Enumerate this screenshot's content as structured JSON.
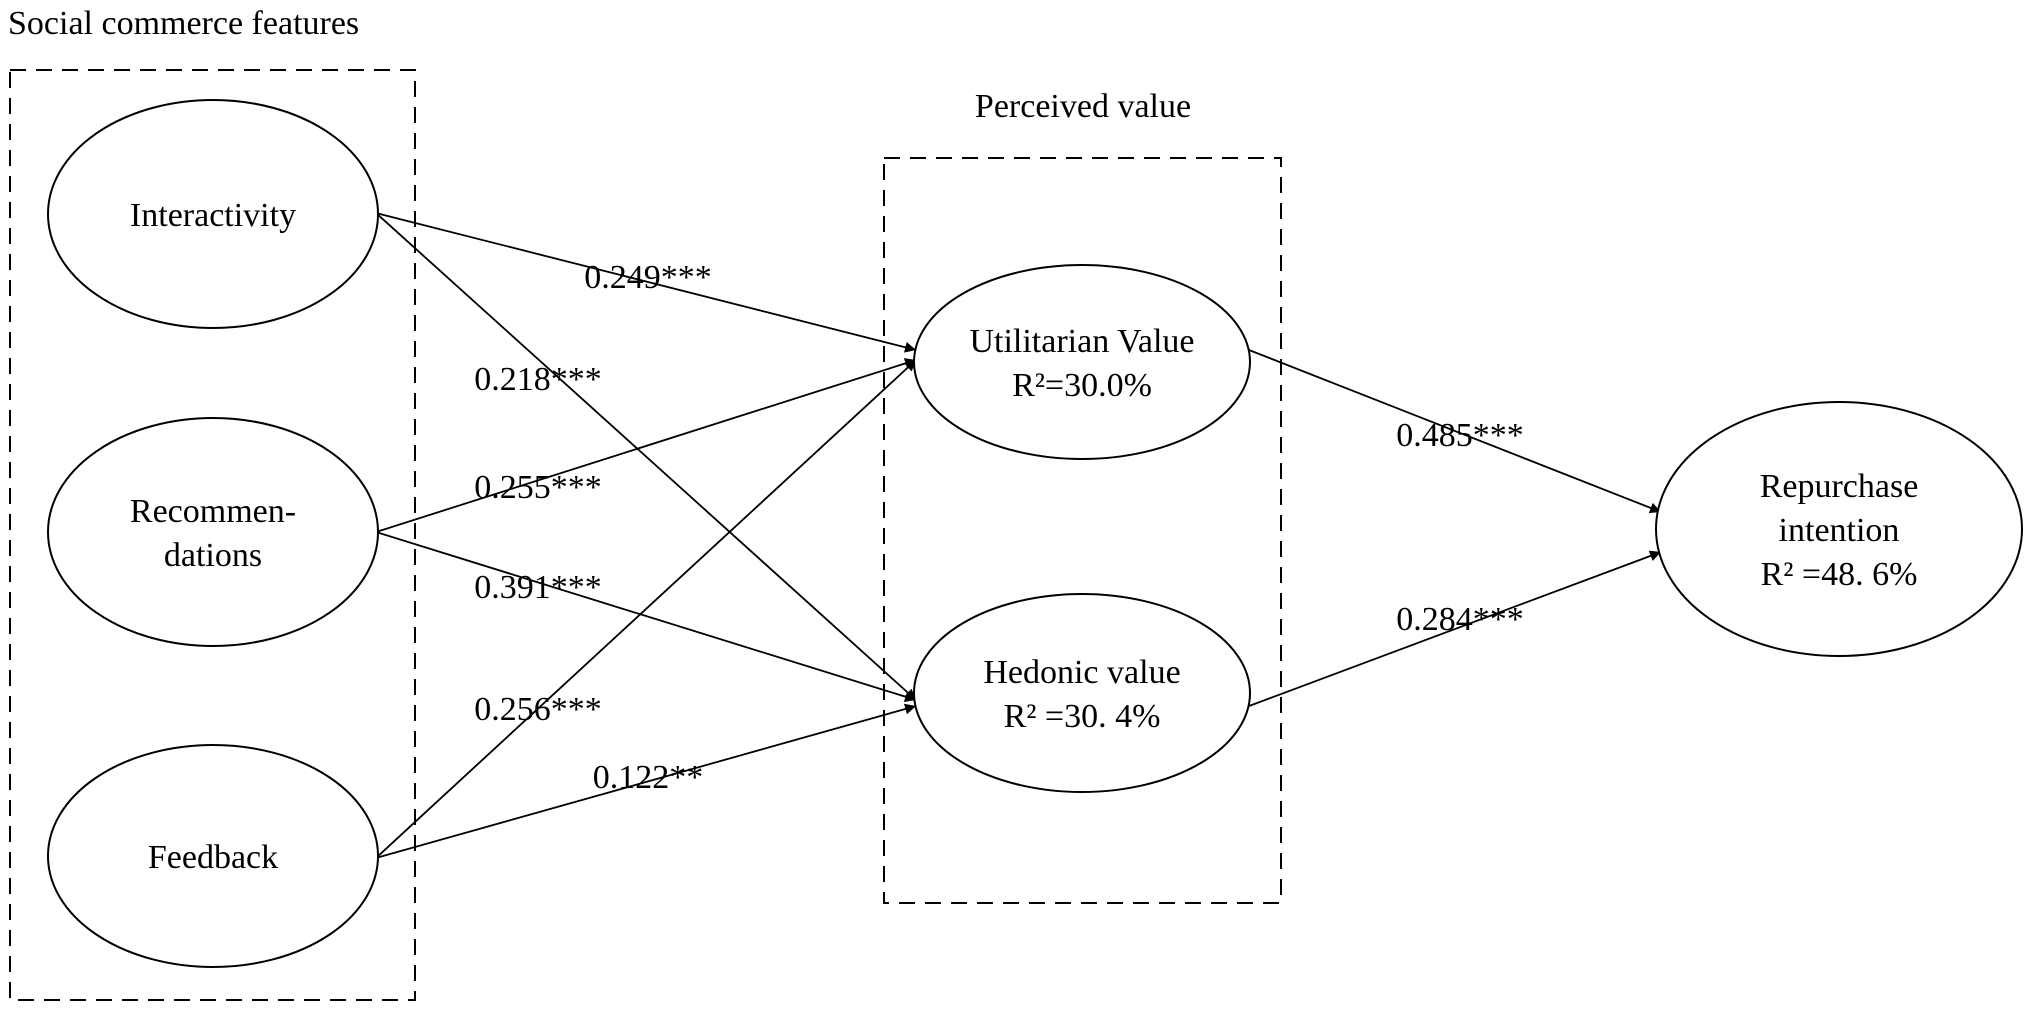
{
  "groups": {
    "social_commerce": {
      "title": "Social commerce features"
    },
    "perceived_value": {
      "title": "Perceived value"
    }
  },
  "nodes": {
    "interactivity": {
      "lines": [
        "Interactivity"
      ]
    },
    "recommendations": {
      "lines": [
        "Recommen-",
        "dations"
      ]
    },
    "feedback": {
      "lines": [
        "Feedback"
      ]
    },
    "utilitarian": {
      "lines": [
        "Utilitarian Value"
      ],
      "r2": "R²=30.0%"
    },
    "hedonic": {
      "lines": [
        "Hedonic value"
      ],
      "r2": "R² =30. 4%"
    },
    "repurchase": {
      "lines": [
        "Repurchase",
        "intention"
      ],
      "r2": "R² =48. 6%"
    }
  },
  "paths": [
    {
      "from": "interactivity",
      "to": "utilitarian",
      "coef": "0.249***"
    },
    {
      "from": "interactivity",
      "to": "hedonic",
      "coef": "0.218***"
    },
    {
      "from": "recommendations",
      "to": "utilitarian",
      "coef": "0.255***"
    },
    {
      "from": "recommendations",
      "to": "hedonic",
      "coef": "0.391***"
    },
    {
      "from": "feedback",
      "to": "utilitarian",
      "coef": "0.256***"
    },
    {
      "from": "feedback",
      "to": "hedonic",
      "coef": "0.122**"
    },
    {
      "from": "utilitarian",
      "to": "repurchase",
      "coef": "0.485***"
    },
    {
      "from": "hedonic",
      "to": "repurchase",
      "coef": "0.284***"
    }
  ]
}
